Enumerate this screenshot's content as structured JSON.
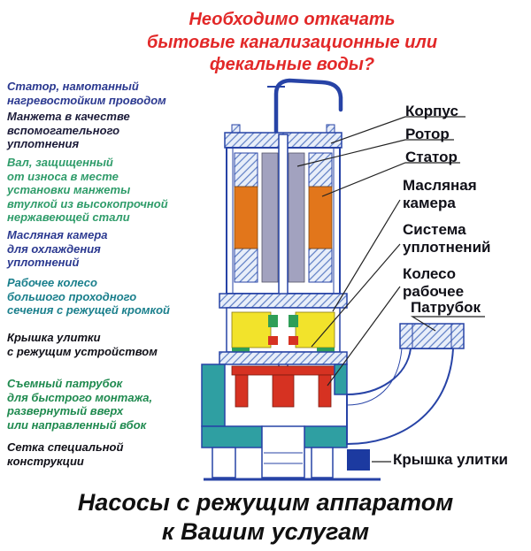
{
  "title": {
    "text": "Необходимо откачать\nбытовые канализационные или\nфекальные воды?",
    "color": "#e22828"
  },
  "left_annotations": [
    {
      "text": "Статор, намотанный\nнагревостойким проводом",
      "color": "#2b3990"
    },
    {
      "text": "Манжета в качестве\nвспомогательного\nуплотнения",
      "color": "#1c1c3a"
    },
    {
      "text": "Вал, защищенный\nот износа в месте\nустановки манжеты\nвтулкой из высокопрочной\nнержавеющей стали",
      "color": "#2f9c6a"
    },
    {
      "text": "Масляная камера\nдля охлаждения\nуплотнений",
      "color": "#2b3990"
    },
    {
      "text": "Рабочее колесо\nбольшого проходного\nсечения с режущей кромкой",
      "color": "#1a7f8c"
    },
    {
      "text": "Крышка улитки\nс режущим устройством",
      "color": "#101018"
    },
    {
      "text": "Съемный патрубок\nдля быстрого монтажа,\nразвернутый вверх\nили направленный вбок",
      "color": "#1f8a4f"
    },
    {
      "text": "Сетка специальной\nконструкции",
      "color": "#101018"
    }
  ],
  "right_labels": [
    {
      "text": "Корпус"
    },
    {
      "text": "Ротор"
    },
    {
      "text": "Статор"
    },
    {
      "text": "Масляная\nкамера"
    },
    {
      "text": "Система\nуплотнений"
    },
    {
      "text": "Колесо\nрабочее"
    },
    {
      "text": "Патрубок"
    },
    {
      "text": "Крышка улитки"
    }
  ],
  "footer": {
    "text": "Насосы с режущим аппаратом\nк Вашим услугам",
    "color": "#101010"
  },
  "diagram": {
    "colors": {
      "outline": "#2743a6",
      "cable": "#2743a6",
      "hatch_fill": "#e8eef9",
      "hatch_line": "#5b7cc4",
      "stator_coil": "#e2761b",
      "rotor": "#a2a2bf",
      "seal_blocks": "#f2e32b",
      "green_parts": "#2f9e58",
      "impeller": "#d63222",
      "volute": "#2f9fa2",
      "cover_box": "#1c3aa0",
      "leader": "#222222"
    }
  }
}
